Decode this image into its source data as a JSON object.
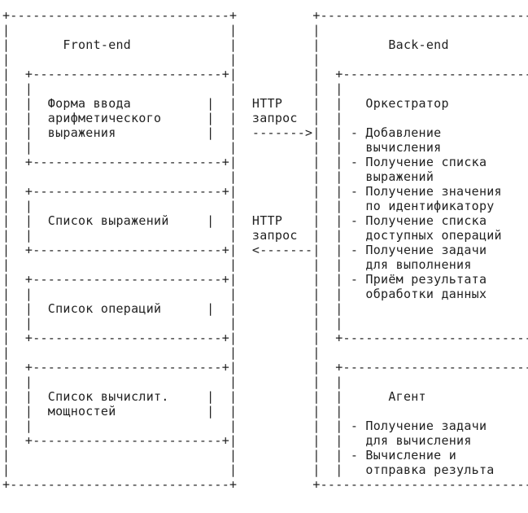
{
  "lines": [
    "+-----------------------------+          +-----------------------------+",
    "|                             |          |                             |",
    "|       Front-end             |          |         Back-end            |",
    "|                             |          |                             |",
    "|  +-------------------------+|          |  +-------------------------+|",
    "|  |                          |          |  |                         ||",
    "|  |  Форма ввода          |  |  HTTP    |  |   Оркестратор           ||",
    "|  |  арифметического      |  |  запрос  |  |                         ||",
    "|  |  выражения            |  |  ------->|  | - Добавление            ||",
    "|  |                          |          |  |   вычисления            ||",
    "|  +-------------------------+|          |  | - Получение списка      ||",
    "|                             |          |  |   выражений             ||",
    "|  +-------------------------+|          |  | - Получение значения    ||",
    "|  |                          |          |  |   по идентификатору     ||",
    "|  |  Список выражений     |  |  HTTP    |  | - Получение списка      ||",
    "|  |                          |  запрос  |  |   доступных операций    ||",
    "|  +-------------------------+|  <-------|  | - Получение задачи      ||",
    "|                             |          |  |   для выполнения        ||",
    "|  +-------------------------+|          |  | - Приём результата      ||",
    "|  |                          |          |  |   обработки данных      ||",
    "|  |  Список операций      |  |          |  |                         ||",
    "|  |                          |          |  |                         ||",
    "|  +-------------------------+|          |  +-------------------------+|",
    "|                             |          |                             |",
    "|  +-------------------------+|          |  +-------------------------+|",
    "|  |                          |          |  |                         ||",
    "|  |  Список вычислит.     |  |          |  |      Агент              ||",
    "|  |  мощностей            |  |          |  |                         ||",
    "|  |                          |          |  | - Получение задачи      ||",
    "|  +-------------------------+|          |  |   для вычисления        ||",
    "|                             |          |  | - Вычисление и          ||",
    "|                             |          |  |   отправка результа     ||",
    "+-----------------------------+          +-----------------------------+"
  ]
}
